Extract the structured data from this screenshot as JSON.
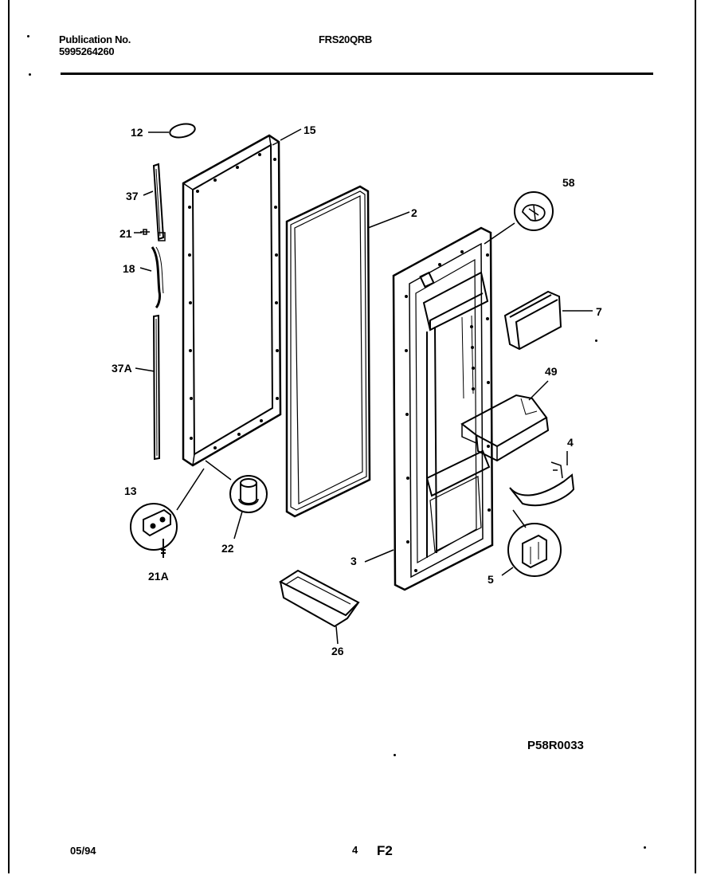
{
  "header": {
    "publication_label": "Publication No.",
    "publication_number": "5995264260",
    "model": "FRS20QRB"
  },
  "diagram": {
    "drawing_number": "P58R0033",
    "callouts": {
      "c12": "12",
      "c15": "15",
      "c2": "2",
      "c58": "58",
      "c37": "37",
      "c21": "21",
      "c18": "18",
      "c7": "7",
      "c37a": "37A",
      "c49": "49",
      "c4": "4",
      "c13": "13",
      "c22": "22",
      "c21a": "21A",
      "c3": "3",
      "c5": "5",
      "c26": "26"
    }
  },
  "footer": {
    "date": "05/94",
    "page_number": "4",
    "figure": "F2"
  }
}
